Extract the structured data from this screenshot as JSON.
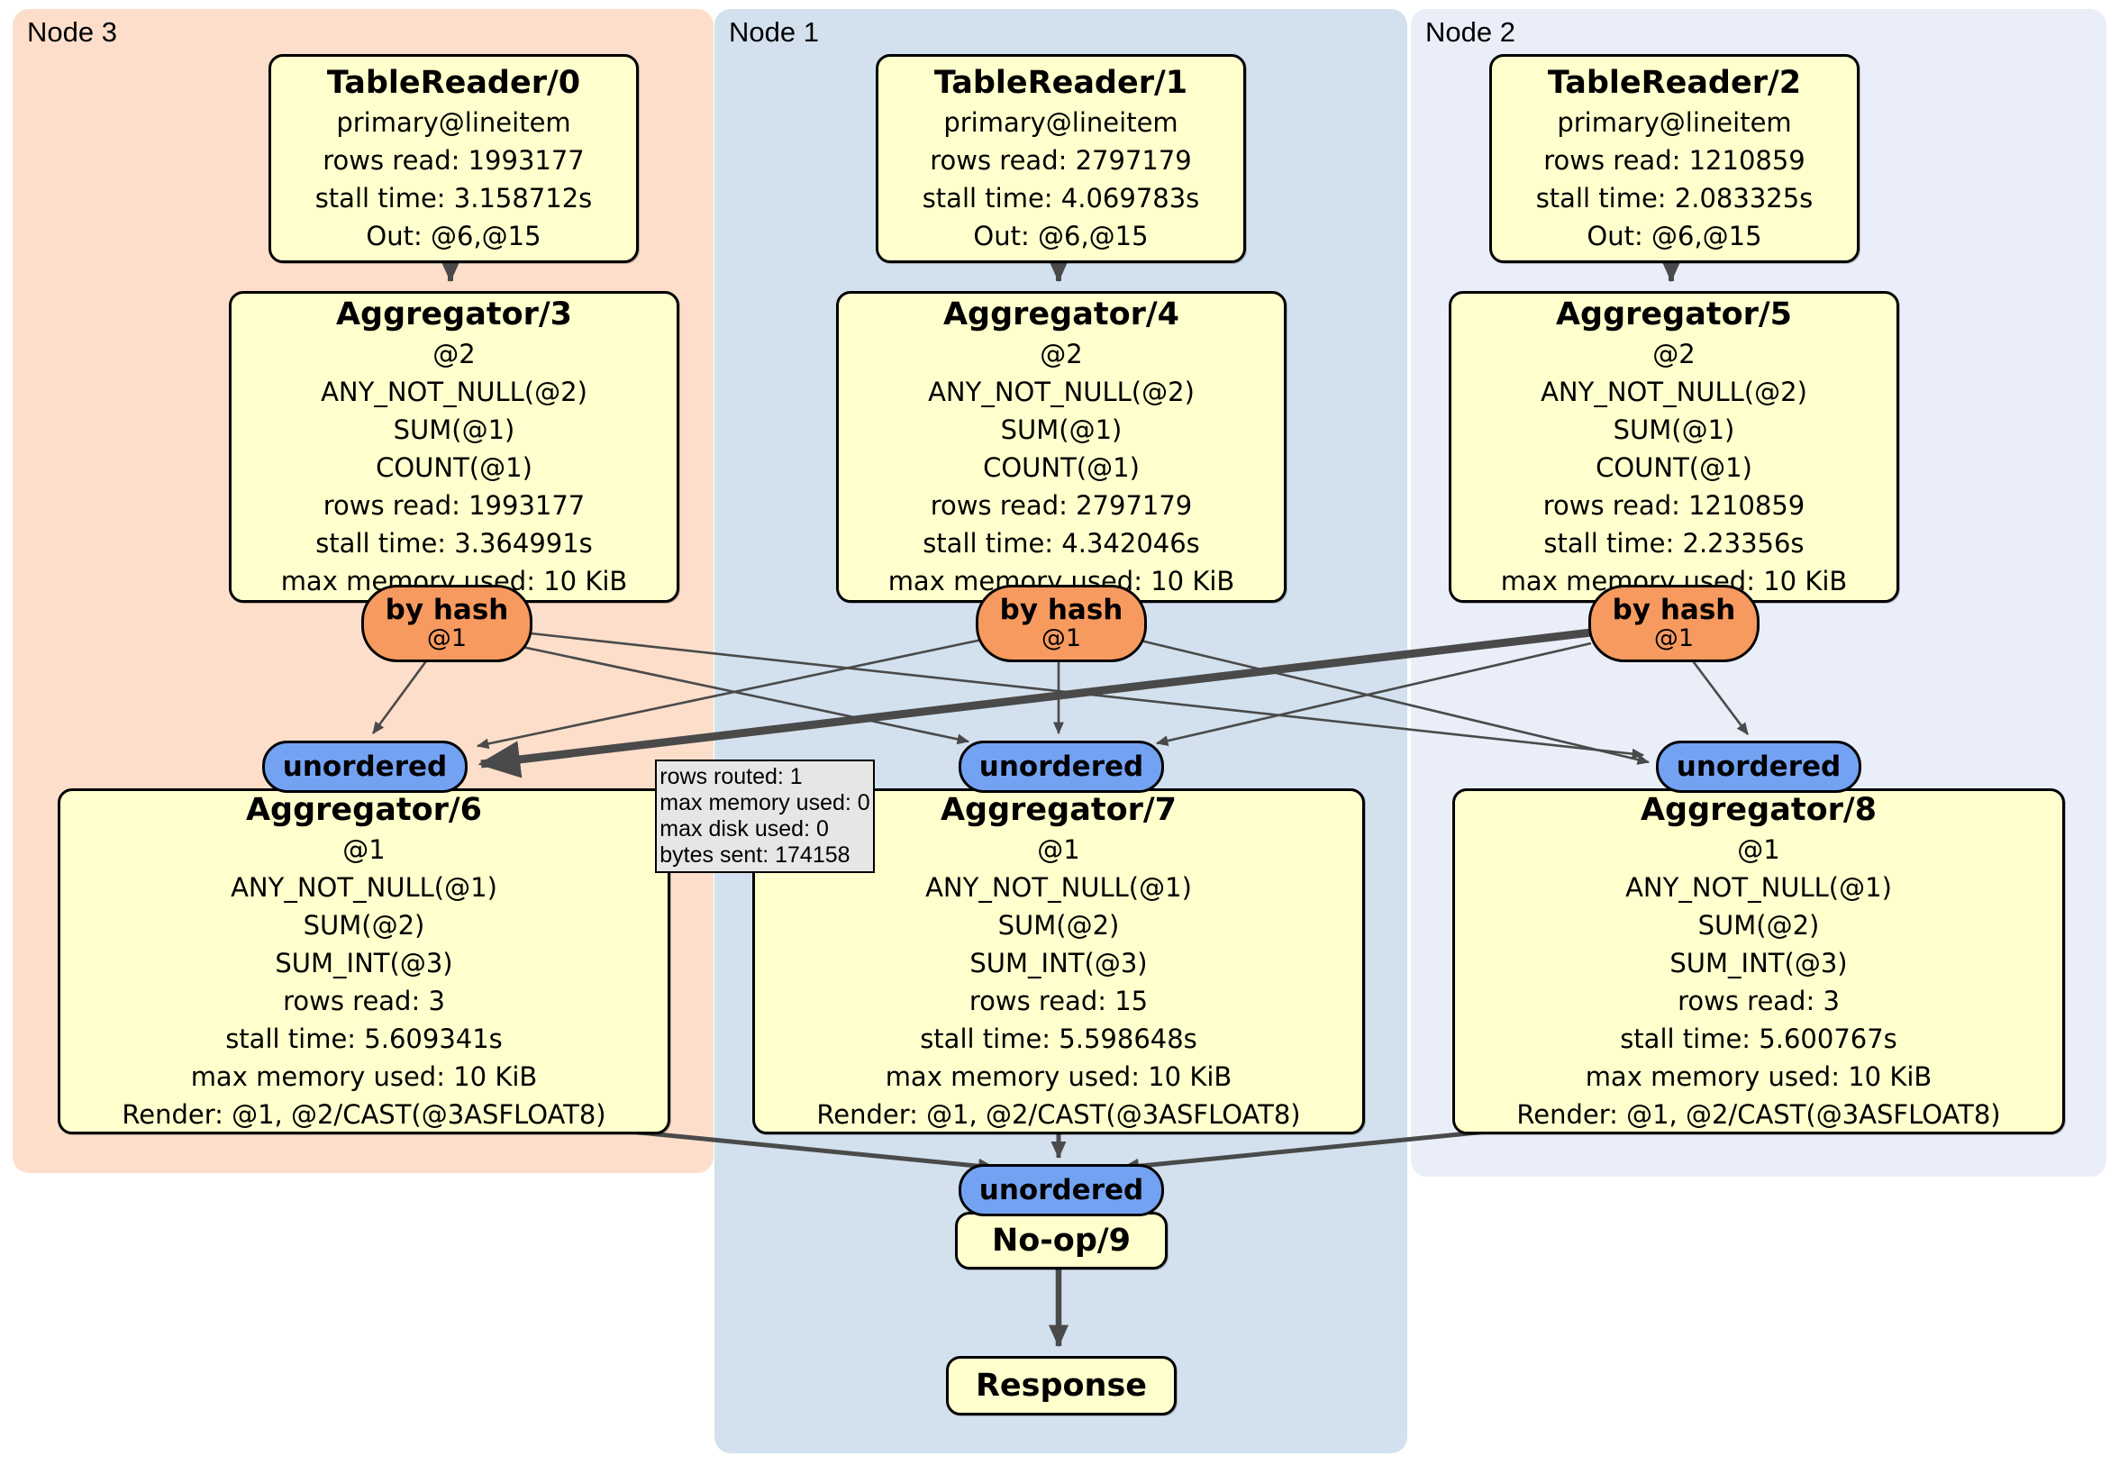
{
  "panels": {
    "node3": {
      "label": "Node 3"
    },
    "node1": {
      "label": "Node 1"
    },
    "node2": {
      "label": "Node 2"
    }
  },
  "processors": {
    "tr0": {
      "title": "TableReader/0",
      "lines": [
        "primary@lineitem",
        "rows read: 1993177",
        "stall time: 3.158712s",
        "Out: @6,@15"
      ]
    },
    "tr1": {
      "title": "TableReader/1",
      "lines": [
        "primary@lineitem",
        "rows read: 2797179",
        "stall time: 4.069783s",
        "Out: @6,@15"
      ]
    },
    "tr2": {
      "title": "TableReader/2",
      "lines": [
        "primary@lineitem",
        "rows read: 1210859",
        "stall time: 2.083325s",
        "Out: @6,@15"
      ]
    },
    "agg3": {
      "title": "Aggregator/3",
      "lines": [
        "@2",
        "ANY_NOT_NULL(@2)",
        "SUM(@1)",
        "COUNT(@1)",
        "rows read: 1993177",
        "stall time: 3.364991s",
        "max memory used: 10 KiB"
      ]
    },
    "agg4": {
      "title": "Aggregator/4",
      "lines": [
        "@2",
        "ANY_NOT_NULL(@2)",
        "SUM(@1)",
        "COUNT(@1)",
        "rows read: 2797179",
        "stall time: 4.342046s",
        "max memory used: 10 KiB"
      ]
    },
    "agg5": {
      "title": "Aggregator/5",
      "lines": [
        "@2",
        "ANY_NOT_NULL(@2)",
        "SUM(@1)",
        "COUNT(@1)",
        "rows read: 1210859",
        "stall time: 2.23356s",
        "max memory used: 10 KiB"
      ]
    },
    "agg6": {
      "title": "Aggregator/6",
      "lines": [
        "@1",
        "ANY_NOT_NULL(@1)",
        "SUM(@2)",
        "SUM_INT(@3)",
        "rows read: 3",
        "stall time: 5.609341s",
        "max memory used: 10 KiB",
        "Render: @1, @2/CAST(@3ASFLOAT8)"
      ]
    },
    "agg7": {
      "title": "Aggregator/7",
      "lines": [
        "@1",
        "ANY_NOT_NULL(@1)",
        "SUM(@2)",
        "SUM_INT(@3)",
        "rows read: 15",
        "stall time: 5.598648s",
        "max memory used: 10 KiB",
        "Render: @1, @2/CAST(@3ASFLOAT8)"
      ]
    },
    "agg8": {
      "title": "Aggregator/8",
      "lines": [
        "@1",
        "ANY_NOT_NULL(@1)",
        "SUM(@2)",
        "SUM_INT(@3)",
        "rows read: 3",
        "stall time: 5.600767s",
        "max memory used: 10 KiB",
        "Render: @1, @2/CAST(@3ASFLOAT8)"
      ]
    },
    "noop9": {
      "title": "No-op/9",
      "lines": []
    },
    "response": {
      "title": "Response",
      "lines": []
    }
  },
  "routers": {
    "by_hash_3": {
      "label": "by hash",
      "sub": "@1"
    },
    "by_hash_1": {
      "label": "by hash",
      "sub": "@1"
    },
    "by_hash_2": {
      "label": "by hash",
      "sub": "@1"
    },
    "unordered_3": {
      "label": "unordered"
    },
    "unordered_1": {
      "label": "unordered"
    },
    "unordered_2": {
      "label": "unordered"
    },
    "unordered_final": {
      "label": "unordered"
    }
  },
  "tooltip": {
    "lines": [
      "rows routed: 1",
      "max memory used: 0",
      "max disk used: 0",
      "bytes sent: 174158"
    ]
  },
  "colors": {
    "processor_fill": "#ffffcd",
    "by_hash_fill": "#f79a60",
    "unordered_fill": "#74a2f3",
    "panel_node3": "#fcdecb",
    "panel_node1": "#d3e1ee",
    "panel_node2": "#e9eef9",
    "edge": "#4a4a4a",
    "tooltip_bg": "#e6e6e6"
  }
}
